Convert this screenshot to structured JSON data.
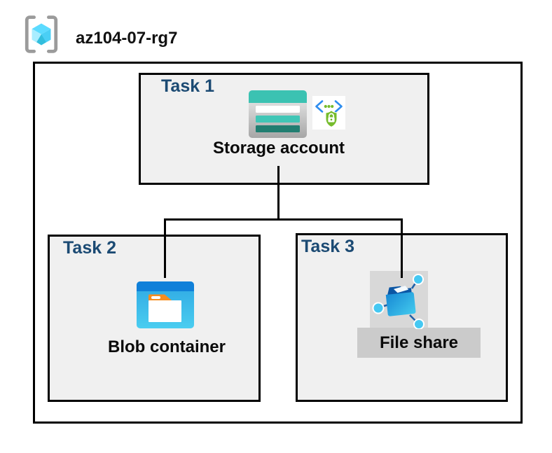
{
  "header": {
    "icon": "resource-group-icon",
    "resource_group_name": "az104-07-rg7"
  },
  "diagram": {
    "type": "azure-resource-group-diagram",
    "tasks": [
      {
        "label": "Task 1",
        "resource": "Storage account",
        "icons": [
          "storage-account-icon",
          "service-endpoint-security-icon"
        ]
      },
      {
        "label": "Task 2",
        "resource": "Blob container",
        "icons": [
          "blob-container-icon"
        ]
      },
      {
        "label": "Task 3",
        "resource": "File share",
        "icons": [
          "file-share-icon"
        ],
        "highlighted": true
      }
    ],
    "connections": [
      {
        "from": "Storage account",
        "to": "Blob container"
      },
      {
        "from": "Storage account",
        "to": "File share"
      }
    ],
    "colors": {
      "task_label_navy": "#1B4A73",
      "box_fill_gray": "#F0F0F0",
      "box_border": "#000000",
      "storage_teal": "#3BC2B2",
      "storage_teal_dark": "#217E71",
      "blob_blue": "#1080D9",
      "blob_cyan": "#4ACDF0",
      "blob_tab_orange": "#F78D1E",
      "security_green": "#76BC2D",
      "endpoint_bracket_blue": "#2E8DEF",
      "file_share_highlight": "#CBCBCB",
      "cube_cyan": "#32BEDD"
    }
  }
}
